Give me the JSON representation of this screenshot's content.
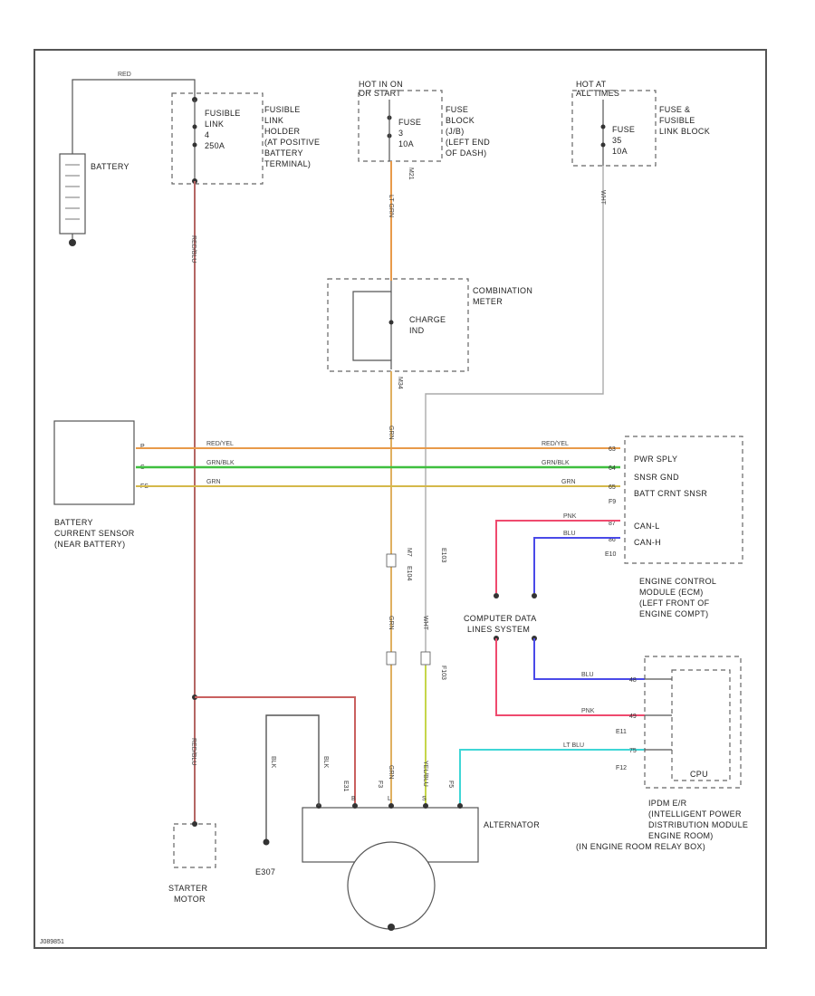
{
  "components": {
    "battery": "BATTERY",
    "fusible_link": [
      "FUSIBLE",
      "LINK",
      "4",
      "250A"
    ],
    "fusible_link_holder": [
      "FUSIBLE",
      "LINK",
      "HOLDER",
      "(AT POSITIVE",
      "BATTERY",
      "TERMINAL)"
    ],
    "hot_run_start": [
      "HOT IN ON",
      "OR START"
    ],
    "fuse_block_fuse": [
      "FUSE",
      "3",
      "10A"
    ],
    "fuse_block": [
      "FUSE",
      "BLOCK",
      "(J/B)",
      "(LEFT END",
      "OF DASH)"
    ],
    "hot_at_all_times": [
      "HOT AT",
      "ALL TIMES"
    ],
    "fuse_fusible_fuse": [
      "FUSE",
      "35",
      "10A"
    ],
    "fuse_fusible_block": [
      "FUSE &",
      "FUSIBLE",
      "LINK BLOCK"
    ],
    "combination_meter": [
      "COMBINATION",
      "METER"
    ],
    "charge_ind": [
      "CHARGE",
      "IND"
    ],
    "battery_sensor": [
      "BATTERY",
      "CURRENT SENSOR",
      "(NEAR BATTERY)"
    ],
    "ecm_pins": [
      "PWR SPLY",
      "SNSR GND",
      "BATT CRNT SNSR",
      "CAN-L",
      "CAN-H"
    ],
    "ecm": [
      "ENGINE CONTROL",
      "MODULE (ECM)",
      "(LEFT FRONT OF",
      "ENGINE COMPT)"
    ],
    "cdls": [
      "COMPUTER DATA",
      "LINES SYSTEM"
    ],
    "cpu": "CPU",
    "ipdm": [
      "IPDM E/R",
      "(INTELLIGENT POWER",
      "DISTRIBUTION MODULE",
      "ENGINE ROOM)",
      "(IN ENGINE ROOM RELAY BOX)"
    ],
    "alternator": "ALTERNATOR",
    "starter_motor": [
      "STARTER",
      "MOTOR"
    ],
    "ground": "E307"
  },
  "wires": {
    "battery_top": "RED",
    "fusible_out": "RED/BLU",
    "starter": "RED/BLU",
    "fuse3_out": "LT GRN",
    "meter_out": "GRN",
    "fuse35_out": "WHT",
    "red_yel": "RED/YEL",
    "grn_blk": "GRN/BLK",
    "grn": "GRN",
    "pnk": "PNK",
    "blu": "BLU",
    "lt_blu": "LT BLU",
    "alt_blk": "BLK",
    "yel_blu": "YEL/BLU",
    "alt_grn": "GRN"
  },
  "connectors": {
    "e10": "E10",
    "m21": "M21",
    "m34": "M34",
    "m7": "M7",
    "e104": "E104",
    "e103": "E103",
    "f9": "F9",
    "f103": "F103",
    "e31": "E31",
    "f3": "F3",
    "f5": "F5",
    "e11": "E11",
    "f12": "F12",
    "p1": "P",
    "p2": "S",
    "p3": "FS",
    "ecm_pin_a": "63",
    "ecm_pin_b": "64",
    "ecm_pin_c": "65",
    "ecm_pin_d": "87",
    "ecm_pin_e": "86",
    "ipdm_pin_a": "48",
    "ipdm_pin_b": "49",
    "ipdm_pin_c": "75",
    "alt_b": "B",
    "alt_l": "L",
    "alt_s": "S"
  },
  "colors": {
    "red_wire": "#c9605f",
    "orange_wire": "#e89a4a",
    "green_wire": "#3fbf3f",
    "yellow_wire": "#d4b84a",
    "pink_wire": "#ef4a6e",
    "blue_wire": "#4a4ae8",
    "cyan_wire": "#3fd6d6",
    "gray_wire": "#aaaaaa"
  },
  "footer_code": "J089851"
}
